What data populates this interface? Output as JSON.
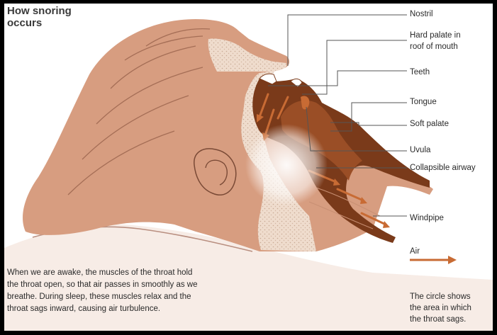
{
  "diagram": {
    "title_line1": "How snoring",
    "title_line2": "occurs",
    "labels": {
      "nostril": "Nostril",
      "hard_palate_1": "Hard palate in",
      "hard_palate_2": "roof of mouth",
      "teeth": "Teeth",
      "tongue": "Tongue",
      "soft_palate": "Soft palate",
      "uvula": "Uvula",
      "collapsible_airway": "Collapsible airway",
      "windpipe": "Windpipe",
      "air": "Air"
    },
    "description": {
      "line1": "When we are awake, the muscles of the throat hold",
      "line2": "the throat open, so that air passes in smoothly as we",
      "line3": "breathe. During sleep, these muscles relax and the",
      "line4": "throat sags inward, causing air turbulence."
    },
    "circle_note": {
      "line1": "The circle shows",
      "line2": "the area in which",
      "line3": "the throat sags."
    },
    "colors": {
      "skin": "#d79d80",
      "skin_shadow": "#b97c62",
      "flesh": "#ecd7c8",
      "airway": "#7a3a1a",
      "arrow": "#c86b34",
      "leader": "#555555"
    },
    "icons": {
      "air_arrow": "right-arrow-icon"
    }
  }
}
